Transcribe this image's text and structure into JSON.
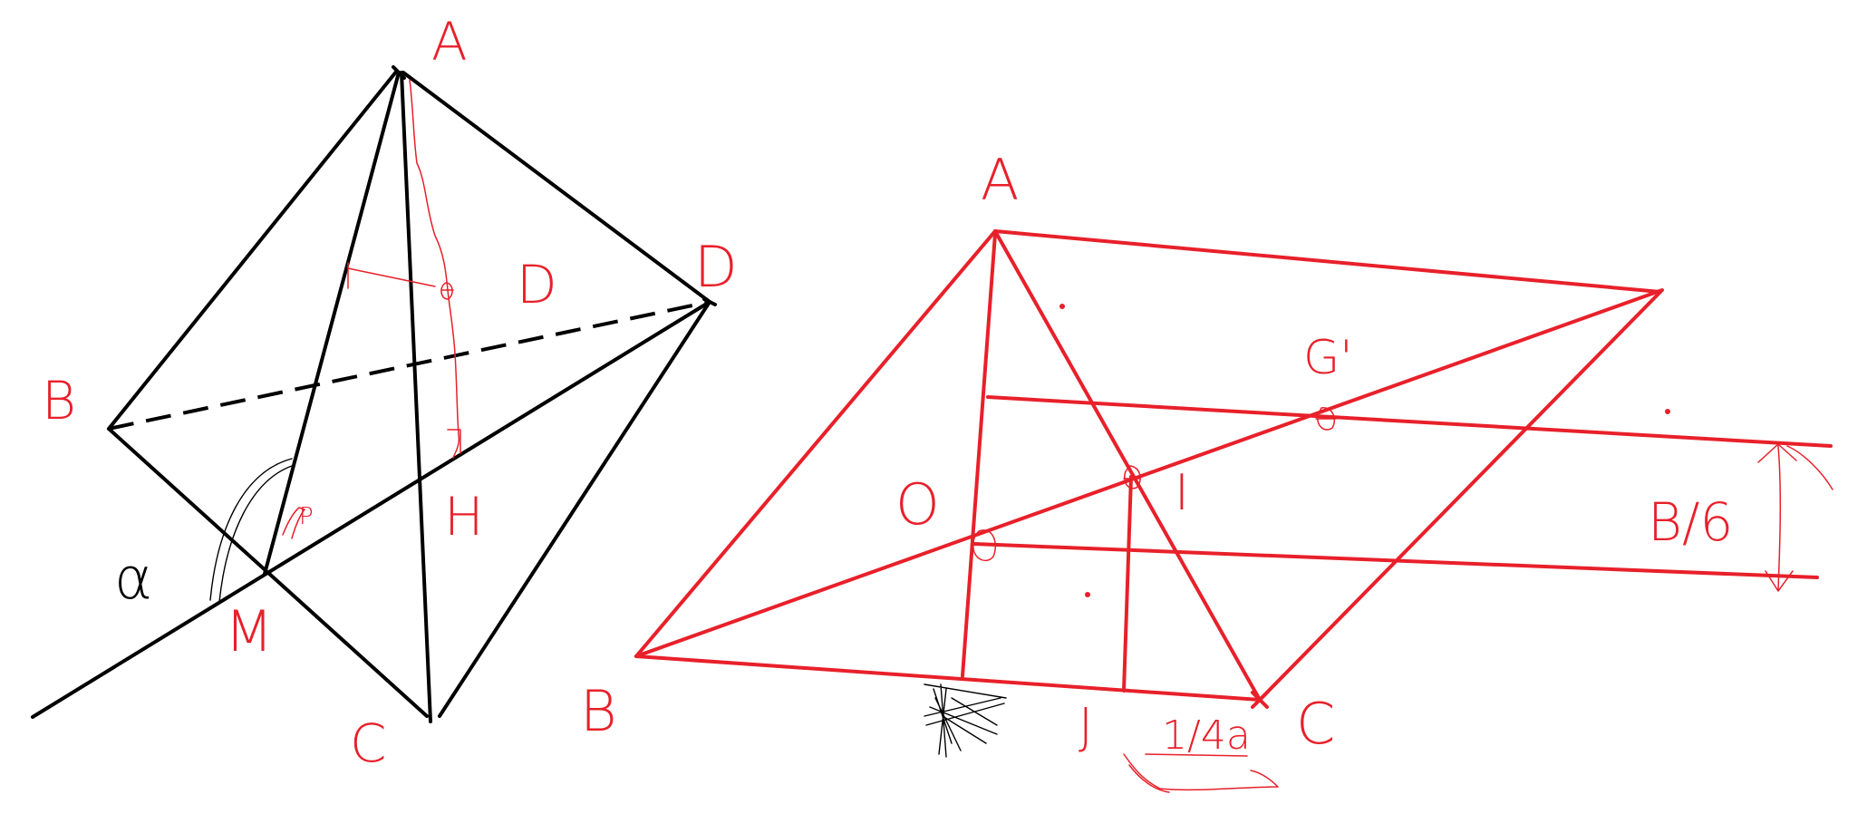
{
  "figure_left": {
    "vertex_labels": {
      "A": "A",
      "B": "B",
      "C": "C",
      "D": "D",
      "H": "H",
      "M": "M"
    },
    "angle_label": "α",
    "extra_labels": {
      "O": "D",
      "P": "P"
    }
  },
  "figure_right": {
    "vertex_labels": {
      "A": "A",
      "B": "B",
      "C": "C",
      "I": "I",
      "J": "J",
      "O": "O",
      "G": "G'"
    },
    "distance_label": "B/6",
    "segment_label": "1/4a"
  },
  "colors": {
    "ink": "#000000",
    "annotation": "#e8202a",
    "background": "#ffffff"
  }
}
